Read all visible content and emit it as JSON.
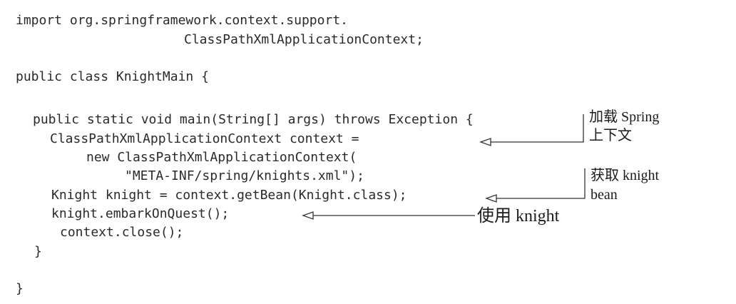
{
  "code": {
    "lines": [
      "import org.springframework.context.support.",
      "ClassPathXmlApplicationContext;",
      "public class KnightMain {",
      "public static void main(String[] args) throws Exception {",
      "ClassPathXmlApplicationContext context =",
      "new ClassPathXmlApplicationContext(",
      "\"META-INF/spring/knights.xml\");",
      "Knight knight = context.getBean(Knight.class);",
      "knight.embarkOnQuest();",
      "context.close();",
      "}",
      "}"
    ]
  },
  "annotations": {
    "load_context": [
      "加载 Spring",
      "上下文"
    ],
    "get_bean": [
      "获取 knight",
      "bean"
    ],
    "use_knight": "使用 knight"
  },
  "colors": {
    "text": "#2a2a2a",
    "arrow": "#333333"
  }
}
